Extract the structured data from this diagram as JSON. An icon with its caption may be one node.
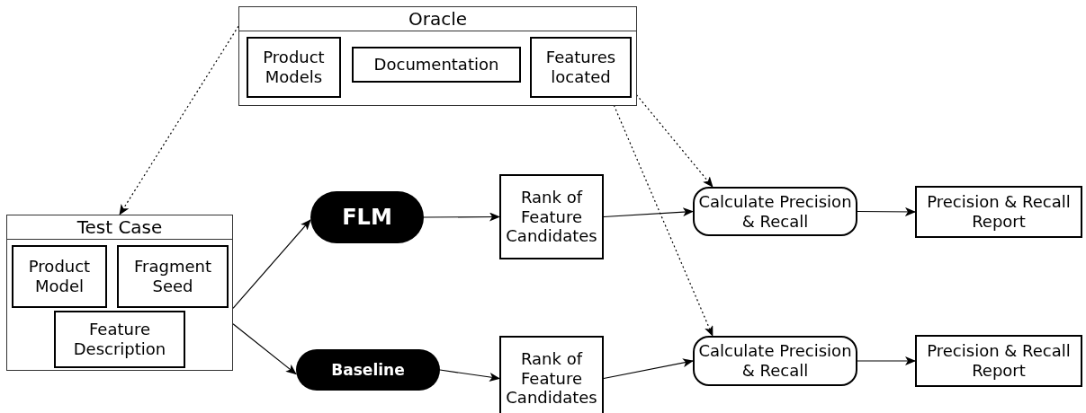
{
  "diagram": {
    "nodes": [
      {
        "text": [
          "Oracle"
        ]
      },
      {
        "text": [
          "Product Models"
        ],
        "in": 0
      },
      {
        "text": [
          "Documentation"
        ],
        "in": 0
      },
      {
        "text": [
          "Features located"
        ],
        "in": 0
      },
      {
        "text": [
          "Test Case"
        ]
      },
      {
        "text": [
          "Product Model"
        ],
        "in": 4
      },
      {
        "text": [
          "Fragment Seed"
        ],
        "in": 4
      },
      {
        "text": [
          "Feature Description"
        ],
        "in": 4
      },
      {
        "text": [
          "FLM"
        ]
      },
      {
        "text": [
          "Baseline"
        ]
      },
      {
        "text": [
          "Rank of Feature Candidates"
        ]
      },
      {
        "text": [
          "Calculate Precision & Recall"
        ]
      },
      {
        "text": [
          "Precision & Recall Report"
        ]
      },
      {
        "text": [
          "Rank of Feature Candidates"
        ]
      },
      {
        "text": [
          "Calculate Precision & Recall"
        ]
      },
      {
        "text": [
          "Precision & Recall Report"
        ]
      }
    ],
    "edges": [
      {
        "from": 0,
        "to": 4,
        "arrow": "to",
        "style": "dashed"
      },
      {
        "from": 3,
        "to": 11,
        "arrow": "to",
        "style": "dashed"
      },
      {
        "from": 3,
        "to": 14,
        "arrow": "to",
        "style": "dashed"
      },
      {
        "from": 4,
        "to": 8,
        "arrow": "to"
      },
      {
        "from": 4,
        "to": 9,
        "arrow": "to"
      },
      {
        "from": 8,
        "to": 10,
        "arrow": "to"
      },
      {
        "from": 9,
        "to": 13,
        "arrow": "to"
      },
      {
        "from": 10,
        "to": 11,
        "arrow": "to"
      },
      {
        "from": 13,
        "to": 14,
        "arrow": "to"
      },
      {
        "from": 11,
        "to": 12,
        "arrow": "to"
      },
      {
        "from": 14,
        "to": 15,
        "arrow": "to"
      }
    ]
  }
}
